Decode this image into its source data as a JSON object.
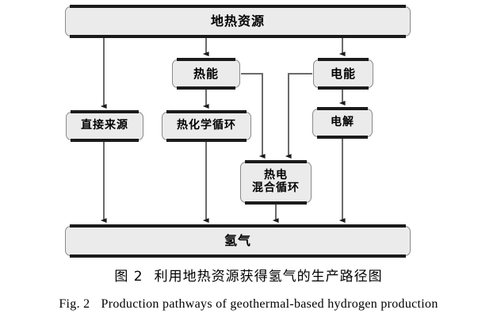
{
  "figure": {
    "type": "flowchart",
    "orientation": "top-to-bottom",
    "nodes": {
      "geothermal": {
        "label": "地热资源",
        "role": "source"
      },
      "thermal": {
        "label": "热能",
        "role": "intermediate"
      },
      "electric": {
        "label": "电能",
        "role": "intermediate"
      },
      "direct": {
        "label": "直接来源",
        "role": "pathway"
      },
      "thermochem": {
        "label": "热化学循环",
        "role": "pathway"
      },
      "electrolysis": {
        "label": "电解",
        "role": "pathway"
      },
      "hybrid": {
        "label": "热电\n混合循环",
        "role": "pathway"
      },
      "hydrogen": {
        "label": "氢气",
        "role": "product"
      }
    },
    "edges": [
      {
        "from": "geothermal",
        "to": "direct"
      },
      {
        "from": "geothermal",
        "to": "thermal"
      },
      {
        "from": "geothermal",
        "to": "electric"
      },
      {
        "from": "thermal",
        "to": "thermochem"
      },
      {
        "from": "thermal",
        "to": "hybrid"
      },
      {
        "from": "electric",
        "to": "electrolysis"
      },
      {
        "from": "electric",
        "to": "hybrid"
      },
      {
        "from": "direct",
        "to": "hydrogen"
      },
      {
        "from": "thermochem",
        "to": "hydrogen"
      },
      {
        "from": "hybrid",
        "to": "hydrogen"
      },
      {
        "from": "electrolysis",
        "to": "hydrogen"
      }
    ],
    "colors": {
      "node_fill": "#ebebeb",
      "node_border": "#8a8a8a",
      "node_shadow": "#1b1b1b",
      "connector": "#6b6b6b",
      "arrowhead": "#1b1b1b",
      "text": "#000000",
      "background": "#ffffff"
    }
  },
  "caption_cn": {
    "number": "图 2",
    "text": "利用地热资源获得氢气的生产路径图"
  },
  "caption_en": {
    "number": "Fig. 2",
    "text": "Production pathways of geothermal-based hydrogen production"
  }
}
